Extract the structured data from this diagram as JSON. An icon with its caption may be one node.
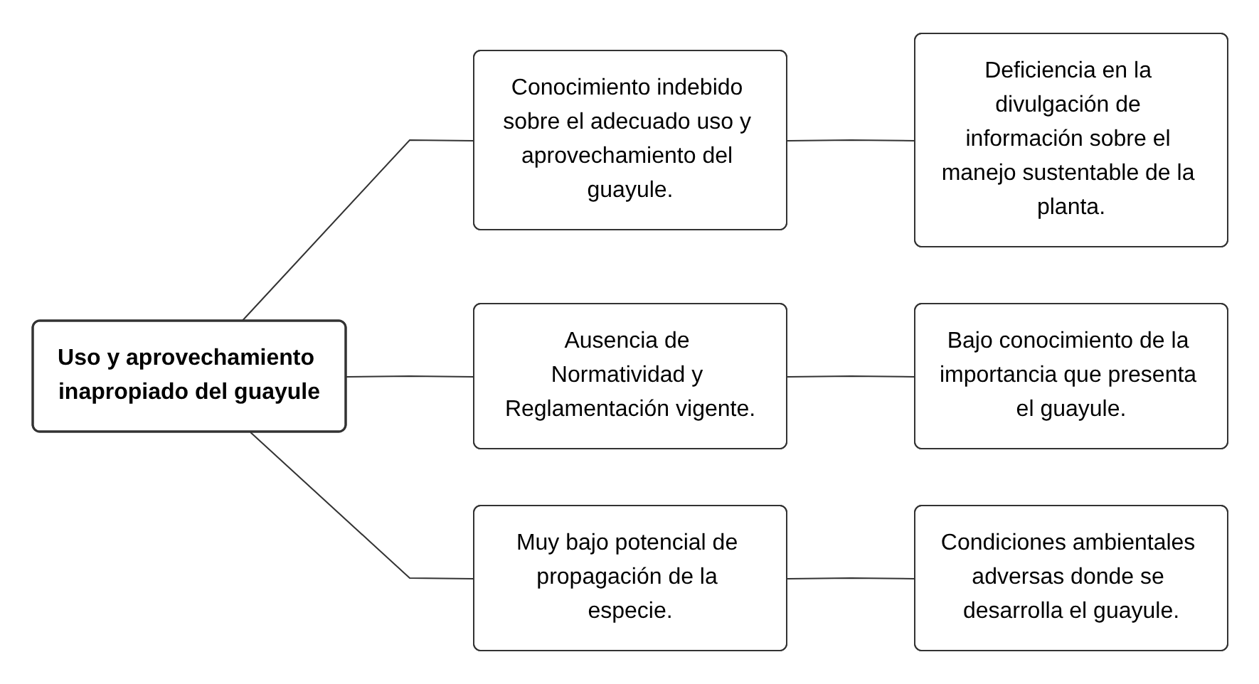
{
  "diagram": {
    "nodes": [
      {
        "text": [
          "Uso y aprovechamiento inapropiado del guayule"
        ]
      },
      {
        "text": [
          "Conocimiento indebido sobre el adecuado uso y aprovechamiento del guayule."
        ]
      },
      {
        "text": [
          "Deficiencia en la divulgación de información sobre el manejo sustentable de la planta."
        ]
      },
      {
        "text": [
          "Ausencia de Normatividad y Reglamentación vigente."
        ]
      },
      {
        "text": [
          "Bajo conocimiento de la importancia que presenta el guayule."
        ]
      },
      {
        "text": [
          "Muy bajo potencial de propagación de la especie."
        ]
      },
      {
        "text": [
          "Condiciones ambientales adversas donde se desarrolla el guayule."
        ]
      }
    ],
    "edges": [
      {
        "from": 0,
        "to": 1,
        "arrow": "none"
      },
      {
        "from": 0,
        "to": 3,
        "arrow": "none"
      },
      {
        "from": 0,
        "to": 5,
        "arrow": "none"
      },
      {
        "from": 1,
        "to": 2,
        "arrow": "none"
      },
      {
        "from": 3,
        "to": 4,
        "arrow": "none"
      },
      {
        "from": 5,
        "to": 6,
        "arrow": "none"
      }
    ]
  }
}
